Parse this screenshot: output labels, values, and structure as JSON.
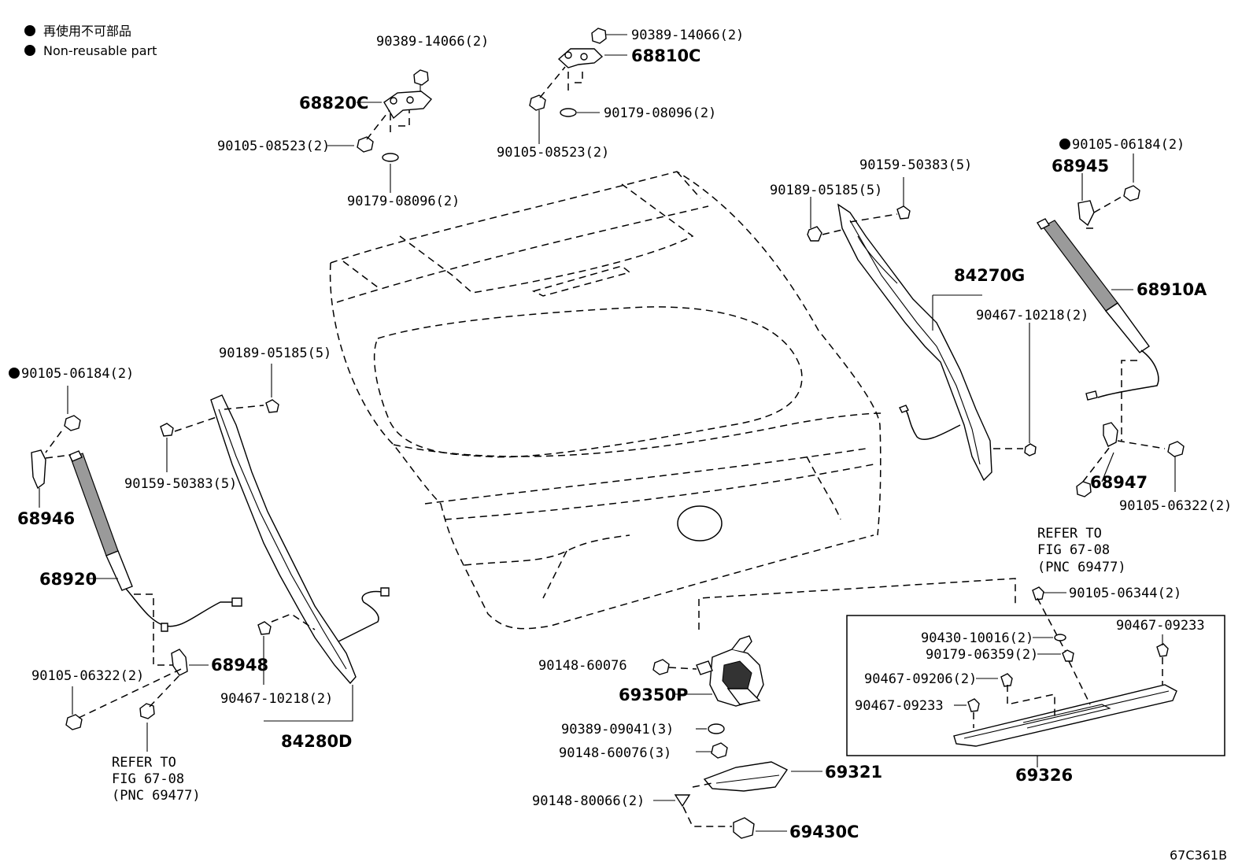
{
  "legend": {
    "jp": "再使用不可部品",
    "en": "Non-reusable part"
  },
  "figure_id": "67C361B",
  "labels": {
    "p90389_14066_a": "90389-14066(2)",
    "p90389_14066_b": "90389-14066(2)",
    "p68820C": "68820C",
    "p68810C": "68810C",
    "p90105_08523_a": "90105-08523(2)",
    "p90105_08523_b": "90105-08523(2)",
    "p90179_08096_a": "90179-08096(2)",
    "p90179_08096_b": "90179-08096(2)",
    "p90159_50383_a": "90159-50383(5)",
    "p90159_50383_b": "90159-50383(5)",
    "p90189_05185_a": "90189-05185(5)",
    "p90189_05185_b": "90189-05185(5)",
    "p90105_06184_a": "90105-06184(2)",
    "p90105_06184_b": "90105-06184(2)",
    "p68945": "68945",
    "p84270G": "84270G",
    "p68910A": "68910A",
    "p90467_10218_a": "90467-10218(2)",
    "p90467_10218_b": "90467-10218(2)",
    "p68947": "68947",
    "p90105_06322_a": "90105-06322(2)",
    "p90105_06322_b": "90105-06322(2)",
    "p68946": "68946",
    "p68920": "68920",
    "p68948": "68948",
    "p84280D": "84280D",
    "p90105_06344": "90105-06344(2)",
    "p90430_10016": "90430-10016(2)",
    "p90179_06359": "90179-06359(2)",
    "p90467_09233_a": "90467-09233",
    "p90467_09233_b": "90467-09233",
    "p90467_09206": "90467-09206(2)",
    "p69326": "69326",
    "p90148_60076_a": "90148-60076",
    "p90148_60076_b": "90148-60076(3)",
    "p69350P": "69350P",
    "p90389_09041": "90389-09041(3)",
    "p69321": "69321",
    "p90148_80066": "90148-80066(2)",
    "p69430C": "69430C"
  },
  "refer_left": [
    "REFER TO",
    "FIG 67-08",
    "(PNC 69477)"
  ],
  "refer_right": [
    "REFER TO",
    "FIG 67-08",
    "(PNC 69477)"
  ],
  "non_reusable_parts": [
    "p90105_06184_a",
    "p90105_06184_b"
  ]
}
